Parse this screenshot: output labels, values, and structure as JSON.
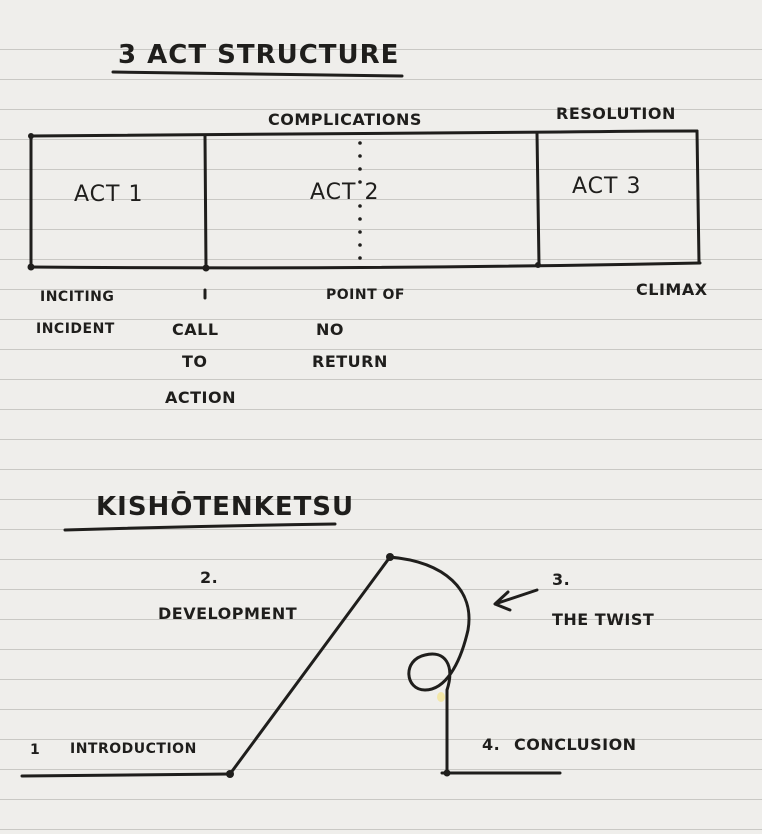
{
  "three_act": {
    "title": "3 ACT STRUCTURE",
    "top_labels": {
      "complications": "COMPLICATIONS",
      "resolution": "RESOLUTION"
    },
    "acts": [
      "ACT 1",
      "ACT 2",
      "ACT 3"
    ],
    "beats": {
      "inciting_incident": [
        "INCITING",
        "INCIDENT"
      ],
      "call_to_action": [
        "CALL",
        "TO",
        "ACTION"
      ],
      "point_of_no_return": [
        "POINT OF",
        "NO",
        "RETURN"
      ],
      "climax": "CLIMAX"
    }
  },
  "kishotenketsu": {
    "title": "KISHŌTENKETSU",
    "stages": {
      "introduction": {
        "number": "1",
        "label": "INTRODUCTION"
      },
      "development": {
        "number": "2.",
        "label": "DEVELOPMENT"
      },
      "twist": {
        "number": "3.",
        "label": "THE TWIST"
      },
      "conclusion": {
        "number": "4.",
        "label": "CONCLUSION"
      }
    }
  },
  "colors": {
    "ink": "#1f1e1c",
    "paper": "#efeeeb",
    "rule": "#c9c8c4"
  }
}
